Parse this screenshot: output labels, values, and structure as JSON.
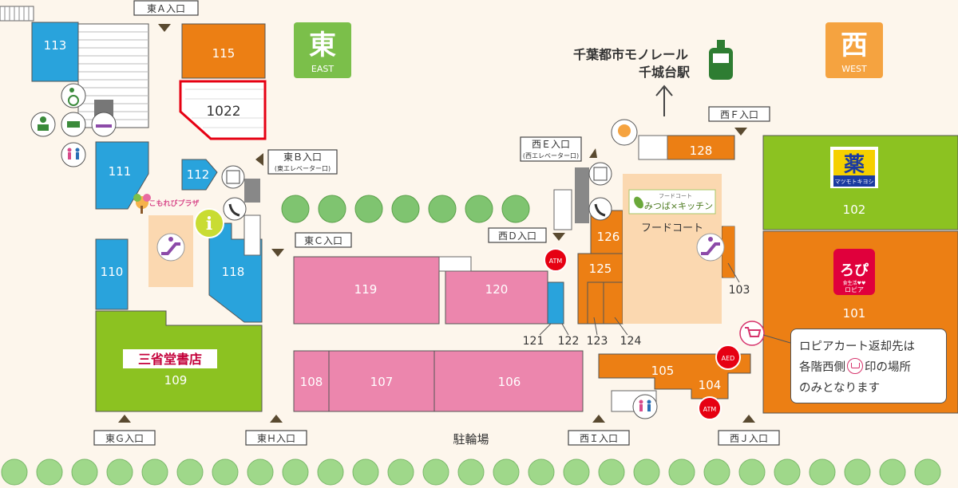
{
  "map": {
    "compass": {
      "east": {
        "char": "東",
        "label": "EAST"
      },
      "west": {
        "char": "西",
        "label": "WEST"
      }
    },
    "station": {
      "line1": "千葉都市モノレール",
      "line2": "千城台駅"
    },
    "entrances": {
      "a": "東Ａ入口",
      "b": "東Ｂ入口",
      "b_sub": "(東エレベーター口)",
      "c": "東Ｃ入口",
      "d": "西Ｄ入口",
      "e": "西Ｅ入口",
      "e_sub": "(西エレベーター口)",
      "f": "西Ｆ入口",
      "g": "東Ｇ入口",
      "h": "東Ｈ入口",
      "i": "西Ｉ入口",
      "j": "西Ｊ入口"
    },
    "units": {
      "u113": "113",
      "u115": "115",
      "u1022": "1022",
      "u111": "111",
      "u112": "112",
      "u110": "110",
      "u118": "118",
      "u109": "109",
      "u119": "119",
      "u120": "120",
      "u108": "108",
      "u107": "107",
      "u106": "106",
      "u126": "126",
      "u125": "125",
      "u128": "128",
      "u102": "102",
      "u101": "101",
      "u105": "105",
      "u104": "104",
      "u103": "103",
      "u121": "121",
      "u122": "122",
      "u123": "123",
      "u124": "124"
    },
    "stores": {
      "bookstore": "三省堂書店",
      "foodcourt": "フードコート",
      "foodcourt_brand": "みつば×キッチン",
      "foodcourt_brand_sub": "フードコート",
      "plaza": "こもれびプラザ",
      "kusuri_char": "薬",
      "kusuri_brand": "マツモトキヨシ",
      "lopia_brand": "ロピア",
      "lopia_sub": "食生活♥♥",
      "lopia_mark": "ろぴ"
    },
    "labels": {
      "bicycle_parking": "駐輪場",
      "atm": "ATM",
      "aed": "AED",
      "info": "i"
    },
    "note": {
      "line1": "ロピアカート返却先は",
      "line2_pre": "各階西側",
      "line2_post": "印の場所",
      "line3": "のみとなります"
    },
    "colors": {
      "blue": "#29a3dc",
      "orange": "#ec7f14",
      "pink": "#ec86ad",
      "green": "#8cc221",
      "red_outline": "#e60012",
      "east_green": "#7bbf4a",
      "west_orange": "#f5a340",
      "station_green": "#2e7d32"
    }
  }
}
